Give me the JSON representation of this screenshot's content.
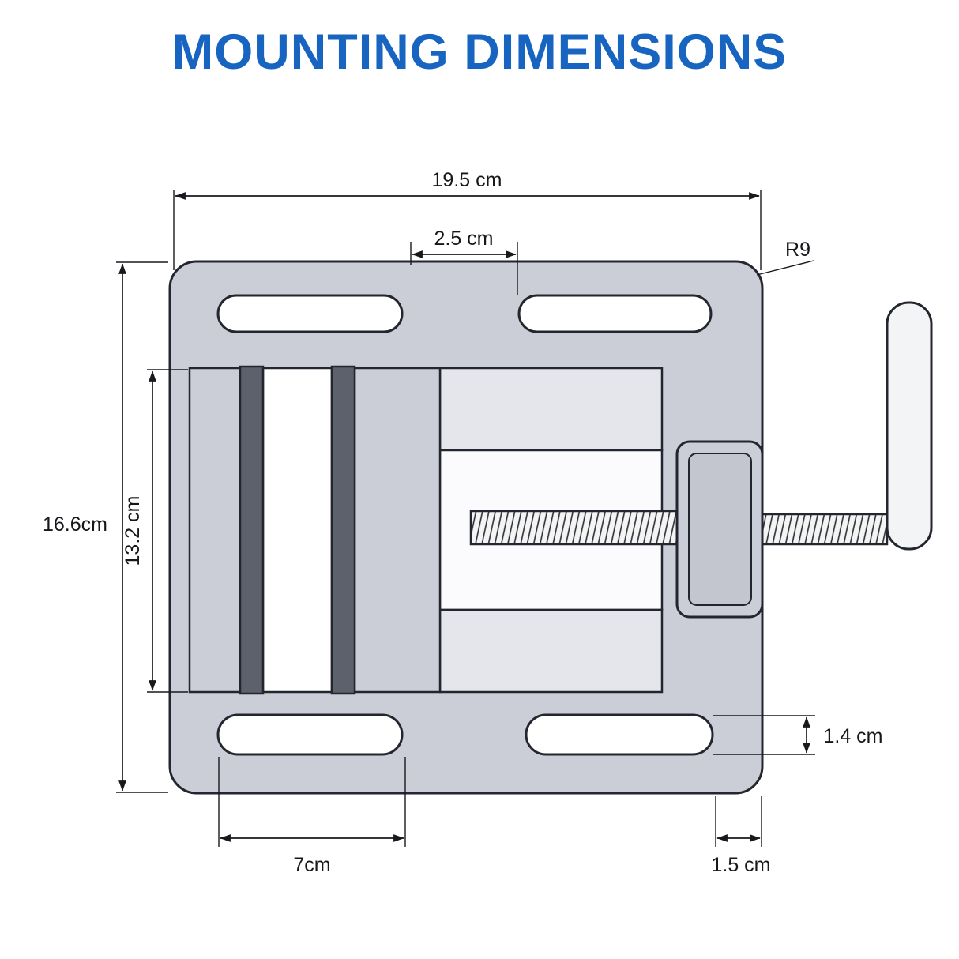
{
  "title": "MOUNTING DIMENSIONS",
  "diagram": {
    "subject": "drill-press-vise-top-view-mounting-dimensions",
    "dims": {
      "top_width": "19.5 cm",
      "jaw_offset": "2.5 cm",
      "corner_radius": "R9",
      "overall_depth": "16.6cm",
      "inner_depth": "13.2 cm",
      "slot_height": "1.4 cm",
      "slot_length": "7cm",
      "edge_margin": "1.5 cm"
    },
    "colors": {
      "accent_blue": "#1765c1",
      "body_gray": "#cbced6",
      "rail_gray": "#e4e6eb",
      "jaw_dark": "#5c616b",
      "line_dark": "#23262e"
    }
  }
}
